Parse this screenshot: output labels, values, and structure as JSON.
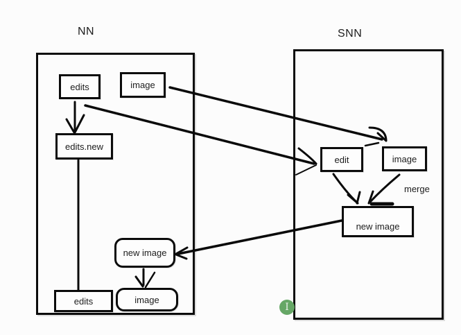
{
  "canvas": {
    "background": "#fcfcfc",
    "stroke_color": "#0b0b0b",
    "text_color": "#1c1c1c"
  },
  "nn": {
    "title": "NN",
    "nodes": {
      "edits_top": {
        "label": "edits"
      },
      "image_top": {
        "label": "image"
      },
      "edits_new": {
        "label": "edits.new"
      },
      "new_image": {
        "label": "new image"
      },
      "edits_bottom": {
        "label": "edits"
      },
      "image_bottom": {
        "label": "image"
      }
    }
  },
  "snn": {
    "title": "SNN",
    "nodes": {
      "edit": {
        "label": "edit"
      },
      "image": {
        "label": "image"
      },
      "new_image": {
        "label": "new image"
      }
    },
    "annotations": {
      "merge": "merge"
    }
  },
  "cursor_indicator": {
    "glyph": "I",
    "circle_color": "#66a766",
    "glyph_color": "#e6eee6"
  }
}
